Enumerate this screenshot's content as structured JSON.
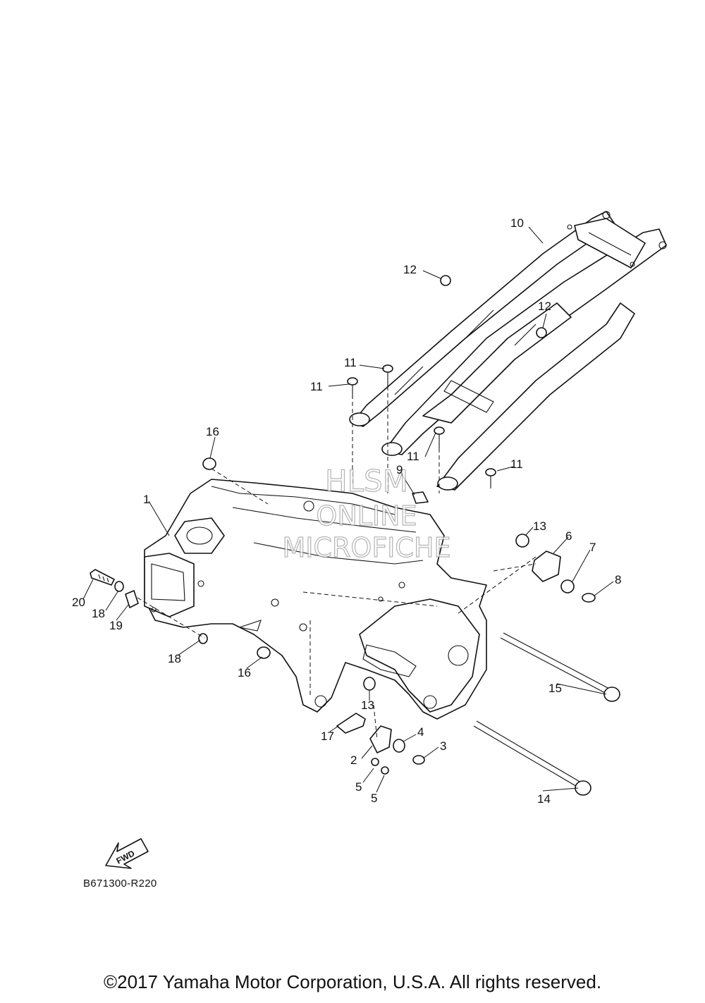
{
  "watermark": [
    "HLSM",
    "ONLINE",
    "MICROFICHE"
  ],
  "fwd_label": "FWD",
  "diagram_code": "B671300-R220",
  "copyright": "©2017 Yamaha Motor Corporation, U.S.A. All rights reserved.",
  "callouts": {
    "c1": "1",
    "c2": "2",
    "c3": "3",
    "c4": "4",
    "c5a": "5",
    "c5b": "5",
    "c6": "6",
    "c7": "7",
    "c8": "8",
    "c9": "9",
    "c10": "10",
    "c11a": "11",
    "c11b": "11",
    "c11c": "11",
    "c11d": "11",
    "c12a": "12",
    "c12b": "12",
    "c13a": "13",
    "c13b": "13",
    "c14": "14",
    "c15": "15",
    "c16a": "16",
    "c16b": "16",
    "c17": "17",
    "c18a": "18",
    "c18b": "18",
    "c19": "19",
    "c20": "20"
  }
}
